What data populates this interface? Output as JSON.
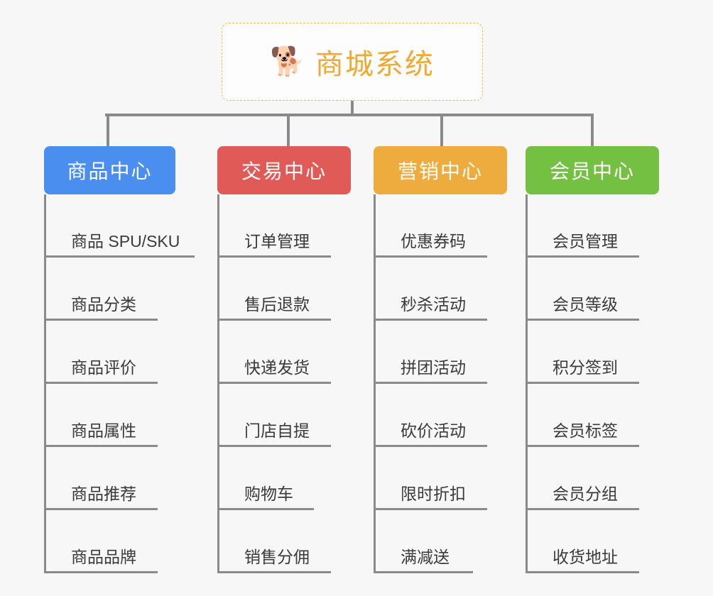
{
  "root": {
    "icon": "shiba-dog-emoji",
    "icon_glyph": "🐕",
    "title": "商城系统",
    "border_color": "#f0b94a",
    "title_color": "#eeaa33"
  },
  "canvas": {
    "background": "#f7f7f7",
    "connector_color": "#8a8a8a"
  },
  "branches": [
    {
      "id": "product-center",
      "label": "商品中心",
      "color": "#4a8ef0",
      "items": [
        "商品 SPU/SKU",
        "商品分类",
        "商品评价",
        "商品属性",
        "商品推荐",
        "商品品牌"
      ]
    },
    {
      "id": "trade-center",
      "label": "交易中心",
      "color": "#e05a58",
      "items": [
        "订单管理",
        "售后退款",
        "快递发货",
        "门店自提",
        "购物车",
        "销售分佣"
      ]
    },
    {
      "id": "marketing-center",
      "label": "营销中心",
      "color": "#eeab3e",
      "items": [
        "优惠券码",
        "秒杀活动",
        "拼团活动",
        "砍价活动",
        "限时折扣",
        "满减送"
      ]
    },
    {
      "id": "member-center",
      "label": "会员中心",
      "color": "#74c043",
      "items": [
        "会员管理",
        "会员等级",
        "积分签到",
        "会员标签",
        "会员分组",
        "收货地址"
      ]
    }
  ]
}
